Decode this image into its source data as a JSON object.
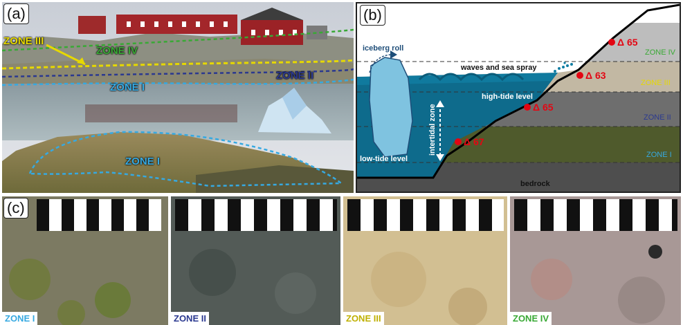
{
  "panels": {
    "a": {
      "label": "(a)",
      "zones": [
        "ZONE III",
        "ZONE IV",
        "ZONE II",
        "ZONE I",
        "ZONE I"
      ]
    },
    "b": {
      "label": "(b)",
      "annotations": {
        "iceberg_roll": "iceberg roll",
        "waves": "waves and sea spray",
        "high_tide": "high-tide level",
        "low_tide": "low-tide level",
        "intertidal": "intertidal zone",
        "bedrock": "bedrock"
      },
      "samples": [
        "Δ 65",
        "Δ 63",
        "Δ 65",
        "Δ 67"
      ],
      "zone_labels": [
        "ZONE IV",
        "ZONE III",
        "ZONE II",
        "ZONE I"
      ]
    },
    "c": {
      "label": "(c)",
      "tiles": [
        "ZONE I",
        "ZONE II",
        "ZONE III",
        "ZONE IV"
      ]
    }
  },
  "colors": {
    "zone_i": "#36a9e1",
    "zone_ii": "#2b3990",
    "zone_iii": "#e6d800",
    "zone_iv": "#39a935",
    "sample_marker": "#e30613"
  }
}
